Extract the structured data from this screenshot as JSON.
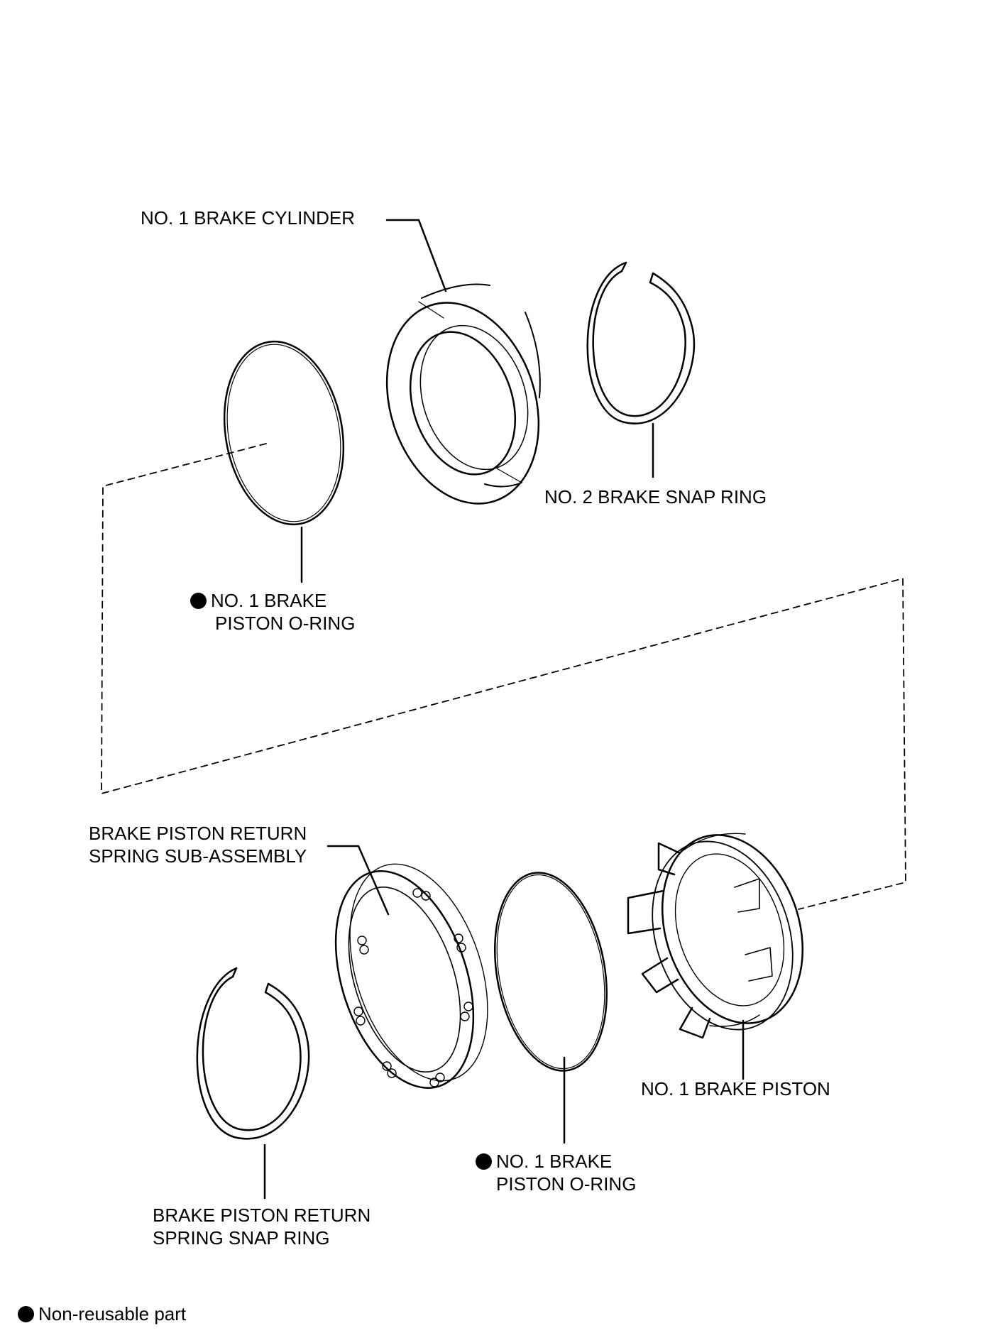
{
  "labels": {
    "cylinder": "NO. 1 BRAKE CYLINDER",
    "snap_ring_2": "NO. 2 BRAKE SNAP RING",
    "oring_top": [
      "NO. 1 BRAKE",
      "PISTON O-RING"
    ],
    "return_spring": [
      "BRAKE PISTON RETURN",
      "SPRING SUB-ASSEMBLY"
    ],
    "piston": "NO. 1 BRAKE PISTON",
    "oring_bottom": [
      "NO. 1 BRAKE",
      "PISTON O-RING"
    ],
    "return_snap_ring": [
      "BRAKE PISTON RETURN",
      "SPRING SNAP RING"
    ]
  },
  "legend": {
    "text": "Non-reusable part"
  },
  "non_reusable_items": [
    "oring_top",
    "oring_bottom"
  ]
}
